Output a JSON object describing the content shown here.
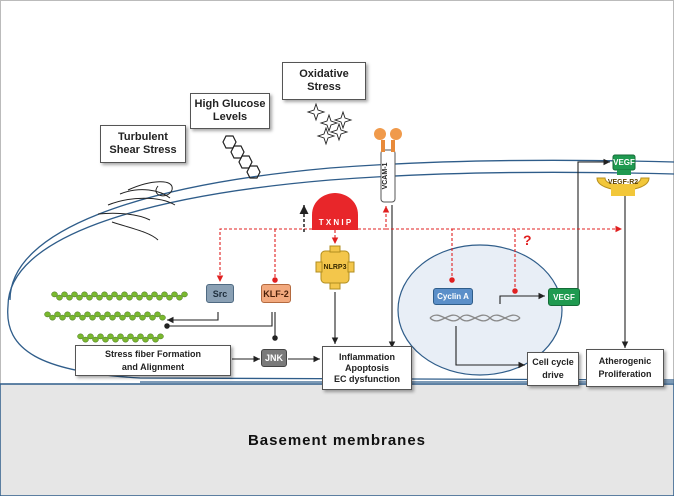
{
  "stimuli": {
    "turbulent": "Turbulent\nShear Stress",
    "glucose": "High Glucose\nLevels",
    "oxidative": "Oxidative\nStress"
  },
  "receptors": {
    "vcam": "VCAM-1",
    "vegf_top": "VEGF",
    "vegfr2": "VEGF-R2"
  },
  "proteins": {
    "txnip": "T X N I P",
    "src": "Src",
    "klf2": "KLF-2",
    "nlrp3": "NLRP3",
    "jnk": "JNK",
    "cyclin": "Cyclin A",
    "vegf_mid": "VEGF"
  },
  "outcomes": {
    "stress_fiber": "Stress fiber Formation\nand Alignment",
    "inflammation": "Inflammation\nApoptosis\nEC dysfunction",
    "cell_cycle": "Cell cycle\ndrive",
    "atherogenic": "Atherogenic\nProliferation"
  },
  "question_mark": "?",
  "basement": "Basement membranes",
  "colors": {
    "membrane": "#2f5d8a",
    "inhibit_red": "#e02020",
    "txnip_red": "#e8262a",
    "src_gray": "#8aa0b4",
    "klf_orange": "#f2a97e",
    "nlrp_yellow": "#f3c64b",
    "jnk_gray": "#7a7a7a",
    "cyclin_blue": "#5b8fc9",
    "vegf_green": "#1f9a50",
    "vegfr_yellow": "#f2c73a",
    "fiber_green": "#7ab82e",
    "basement_gray": "#e6e6e6"
  }
}
